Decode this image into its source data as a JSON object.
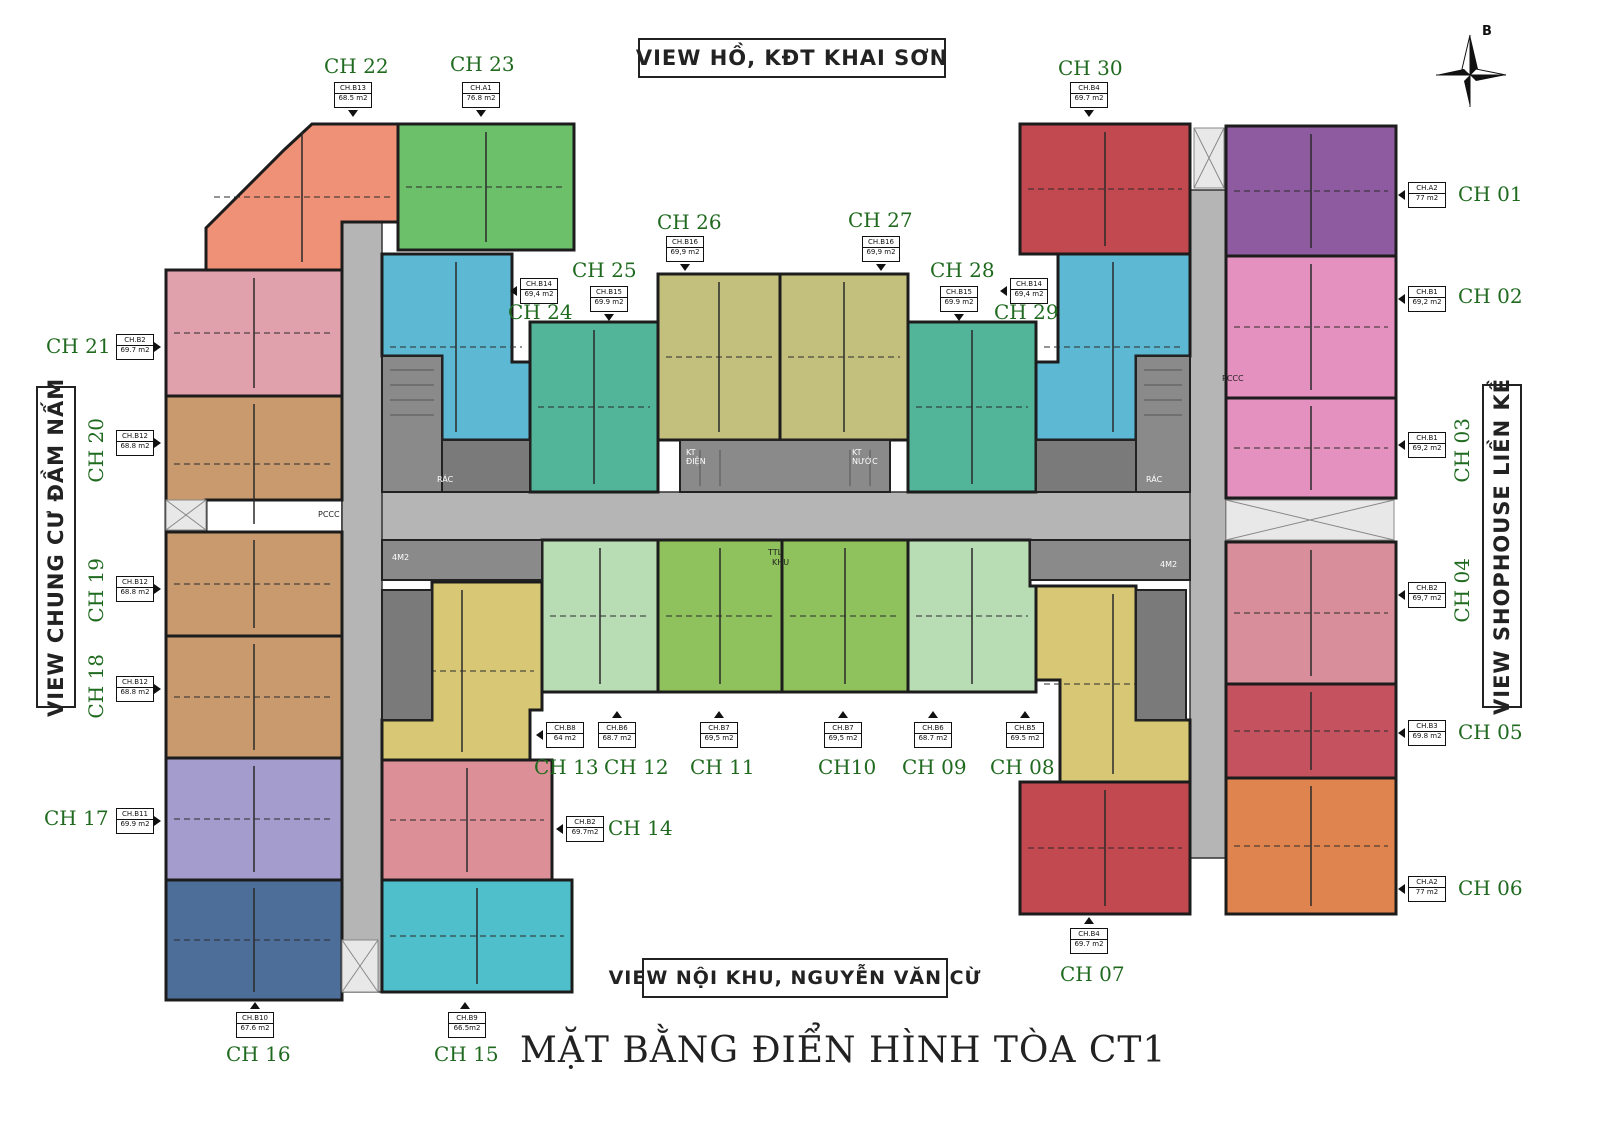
{
  "title": "MẶT BẰNG ĐIỂN HÌNH TÒA CT1",
  "compass": {
    "north_label": "B",
    "icon": "compass-icon"
  },
  "views": {
    "top": "VIEW HỒ, KĐT KHAI SƠN",
    "bottom": "VIEW NỘI KHU, NGUYỄN VĂN CỪ",
    "left": "VIEW CHUNG CƯ ĐẦM NẤM",
    "right": "VIEW SHOPHOUSE LIỀN KỀ"
  },
  "units": [
    {
      "id": "ch01",
      "name": "CH 01",
      "type": "CH.A2",
      "area": "77 m2",
      "color": "#8e5aa0"
    },
    {
      "id": "ch02",
      "name": "CH 02",
      "type": "CH.B1",
      "area": "69,2 m2",
      "color": "#e491bf"
    },
    {
      "id": "ch03",
      "name": "CH 03",
      "type": "CH.B1",
      "area": "69,2 m2",
      "color": "#e491bf"
    },
    {
      "id": "ch04",
      "name": "CH 04",
      "type": "CH.B2",
      "area": "69,7 m2",
      "color": "#d88e9b"
    },
    {
      "id": "ch05",
      "name": "CH 05",
      "type": "CH.B3",
      "area": "69.8 m2",
      "color": "#c5535f"
    },
    {
      "id": "ch06",
      "name": "CH 06",
      "type": "CH.A2",
      "area": "77 m2",
      "color": "#e0844f"
    },
    {
      "id": "ch07",
      "name": "CH 07",
      "type": "CH.B4",
      "area": "69.7 m2",
      "color": "#c1494f"
    },
    {
      "id": "ch08",
      "name": "CH 08",
      "type": "CH.B5",
      "area": "69.5 m2",
      "color": "#d8c876"
    },
    {
      "id": "ch09",
      "name": "CH 09",
      "type": "CH.B6",
      "area": "68.7 m2",
      "color": "#b8ddb4"
    },
    {
      "id": "ch10",
      "name": "CH10",
      "type": "CH.B7",
      "area": "69,5 m2",
      "color": "#8fc15d"
    },
    {
      "id": "ch11",
      "name": "CH 11",
      "type": "CH.B7",
      "area": "69,5 m2",
      "color": "#8fc15d"
    },
    {
      "id": "ch12",
      "name": "CH 12",
      "type": "CH.B6",
      "area": "68.7 m2",
      "color": "#b8ddb4"
    },
    {
      "id": "ch13",
      "name": "CH 13",
      "type": "CH.B8",
      "area": "64 m2",
      "color": "#d8c876"
    },
    {
      "id": "ch14",
      "name": "CH 14",
      "type": "CH.B2",
      "area": "69.7m2",
      "color": "#dc8f97"
    },
    {
      "id": "ch15",
      "name": "CH 15",
      "type": "CH.B9",
      "area": "66.5m2",
      "color": "#4fbfcb"
    },
    {
      "id": "ch16",
      "name": "CH 16",
      "type": "CH.B10",
      "area": "67.6 m2",
      "color": "#4e6e9a"
    },
    {
      "id": "ch17",
      "name": "CH 17",
      "type": "CH.B11",
      "area": "69.9 m2",
      "color": "#a49ccc"
    },
    {
      "id": "ch18",
      "name": "CH 18",
      "type": "CH.B12",
      "area": "68.8 m2",
      "color": "#c99a6e"
    },
    {
      "id": "ch19",
      "name": "CH 19",
      "type": "CH.B12",
      "area": "68.8 m2",
      "color": "#c99a6e"
    },
    {
      "id": "ch20",
      "name": "CH 20",
      "type": "CH.B12",
      "area": "68.8 m2",
      "color": "#c99a6e"
    },
    {
      "id": "ch21",
      "name": "CH 21",
      "type": "CH.B2",
      "area": "69.7 m2",
      "color": "#e0a0ac"
    },
    {
      "id": "ch22",
      "name": "CH 22",
      "type": "CH.B13",
      "area": "68.5 m2",
      "color": "#ef9176"
    },
    {
      "id": "ch23",
      "name": "CH 23",
      "type": "CH.A1",
      "area": "76.8 m2",
      "color": "#6dc06a"
    },
    {
      "id": "ch24",
      "name": "CH 24",
      "type": "CH.B14",
      "area": "69,4 m2",
      "color": "#5cb8d3"
    },
    {
      "id": "ch25",
      "name": "CH 25",
      "type": "CH.B15",
      "area": "69.9 m2",
      "color": "#52b59a"
    },
    {
      "id": "ch26",
      "name": "CH 26",
      "type": "CH.B16",
      "area": "69,9 m2",
      "color": "#c3c07d"
    },
    {
      "id": "ch27",
      "name": "CH 27",
      "type": "CH.B16",
      "area": "69,9 m2",
      "color": "#c3c07d"
    },
    {
      "id": "ch28",
      "name": "CH 28",
      "type": "CH.B15",
      "area": "69.9 m2",
      "color": "#52b59a"
    },
    {
      "id": "ch29",
      "name": "CH 29",
      "type": "CH.B14",
      "area": "69,4 m2",
      "color": "#5cb8d3"
    },
    {
      "id": "ch30",
      "name": "CH 30",
      "type": "CH.B4",
      "area": "69.7 m2",
      "color": "#c1494f"
    }
  ],
  "core_labels": {
    "pccc_left": "PCCC",
    "pccc_right": "PCCC",
    "kt_dien": "KT\nĐIỆN",
    "kt_nuoc": "KT\nNƯỚC",
    "ttl": "TTL",
    "khu": "KHU",
    "rac_left": "RÁC",
    "rac_right": "RÁC",
    "am2_left": "4M2",
    "am2_right": "4M2"
  },
  "colors": {
    "corridor": "#b5b5b5",
    "core": "#8a8a8a",
    "wall": "#1c1c1c",
    "unit_label": "#1f6a1f"
  }
}
